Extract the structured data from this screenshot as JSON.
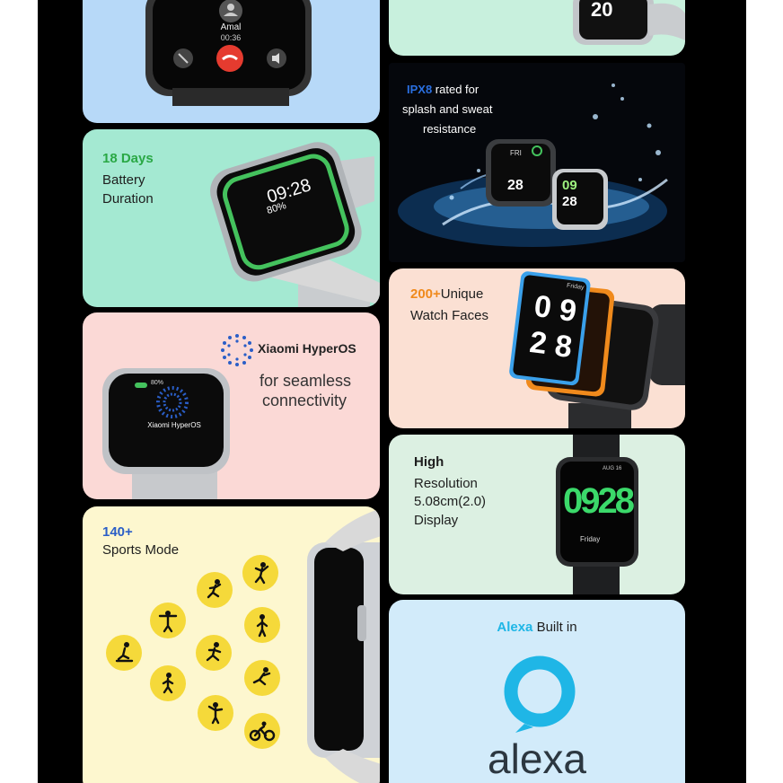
{
  "colors": {
    "call_bg": "#b7d9f8",
    "battery_bg": "#a4e9d2",
    "hyperos_bg": "#fbd9d6",
    "sports_bg": "#fdf7cf",
    "top_right_bg": "#c8f0dd",
    "water_bg": "#05070c",
    "faces_bg": "#fbe0d3",
    "display_bg": "#dcf0e2",
    "alexa_bg": "#d2ebfa",
    "green": "#2aa845",
    "blue": "#2a5ec7",
    "orange": "#f08a1c",
    "alexa_blue": "#1fb6e6",
    "icon_yellow": "#f5d93a"
  },
  "call": {
    "caller": "Amal",
    "duration": "00:36"
  },
  "battery": {
    "highlight": "18 Days",
    "line1": "Battery",
    "line2": "Duration",
    "time": "09:28",
    "percent": "80%"
  },
  "hyperos": {
    "logo_text": "Xiaomi HyperOS",
    "line1": "for seamless",
    "line2": "connectivity",
    "watch_percent": "80%",
    "watch_logo": "Xiaomi HyperOS"
  },
  "sports": {
    "highlight": "140+",
    "label": "Sports Mode",
    "icons": [
      "volleyball-icon",
      "soccer-icon",
      "weightlifting-icon",
      "standing-icon",
      "treadmill-icon",
      "running-icon",
      "walking-icon",
      "sprint-icon",
      "dance-icon",
      "cycling-icon"
    ]
  },
  "water": {
    "highlight": "IPX8",
    "line1": " rated for",
    "line2": "splash and sweat",
    "line3": "resistance",
    "watch_day": "FRI",
    "time_a": "09",
    "time_b": "28"
  },
  "faces": {
    "highlight": "200+",
    "line1": "Unique",
    "line2": "Watch Faces",
    "face_day": "Friday",
    "digits": [
      "0",
      "9",
      "2",
      "8"
    ]
  },
  "display": {
    "line1": "High",
    "line2": "Resolution",
    "line3": "5.08cm(2.0)",
    "line4": "Display",
    "watch_date": "AUG 16",
    "watch_day": "Friday",
    "time": "0928"
  },
  "alexa": {
    "highlight": "Alexa",
    "rest": " Built in",
    "wordmark": "alexa"
  },
  "top_right": {
    "partial": "20"
  }
}
